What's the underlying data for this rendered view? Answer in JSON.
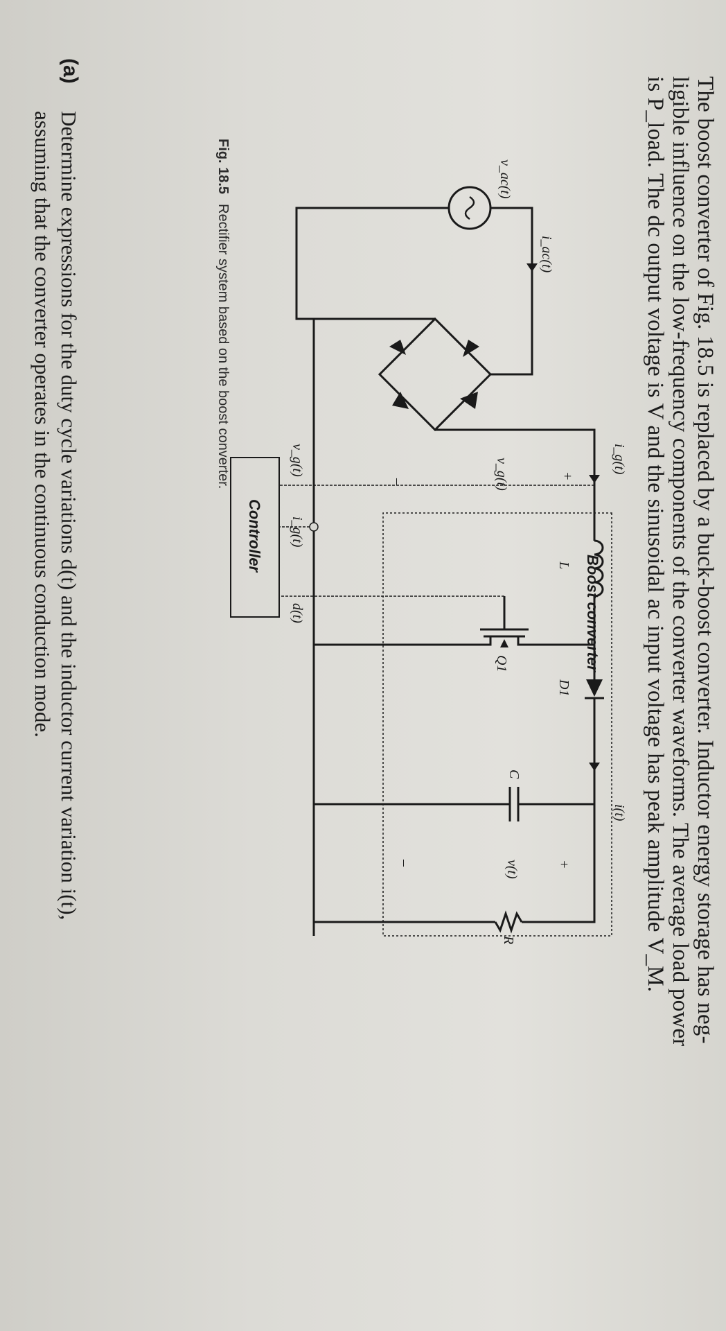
{
  "problem": {
    "lines": [
      "The boost converter of Fig. 18.5 is replaced by a buck-boost converter. Inductor energy storage has neg-",
      "ligible influence on the low-frequency components of the converter waveforms. The average load power",
      "is P_load. The dc output voltage is V and the sinusoidal ac input voltage has peak amplitude V_M."
    ]
  },
  "figure": {
    "caption_label": "Fig. 18.5",
    "caption_text": "Rectifier system based on the boost converter.",
    "labels": {
      "boost": "Boost converter",
      "controller": "Controller",
      "vac": "v_ac(t)",
      "iac": "i_ac(t)",
      "ig": "i_g(t)",
      "vg": "v_g(t)",
      "inductor": "L",
      "diode": "D1",
      "switch": "Q1",
      "it": "i(t)",
      "cap": "C",
      "vt": "v(t)",
      "res": "R",
      "plus_in": "+",
      "minus_in": "–",
      "plus_out": "+",
      "minus_out": "–",
      "ctrl_vg": "v_g(t)",
      "ctrl_ig": "i_g(t)",
      "ctrl_d": "d(t)"
    }
  },
  "part_a": {
    "label": "(a)",
    "lines": [
      "Determine expressions for the duty cycle variations d(t) and the inductor current variation i(t),",
      "assuming that the converter operates in the continuous conduction mode."
    ]
  }
}
